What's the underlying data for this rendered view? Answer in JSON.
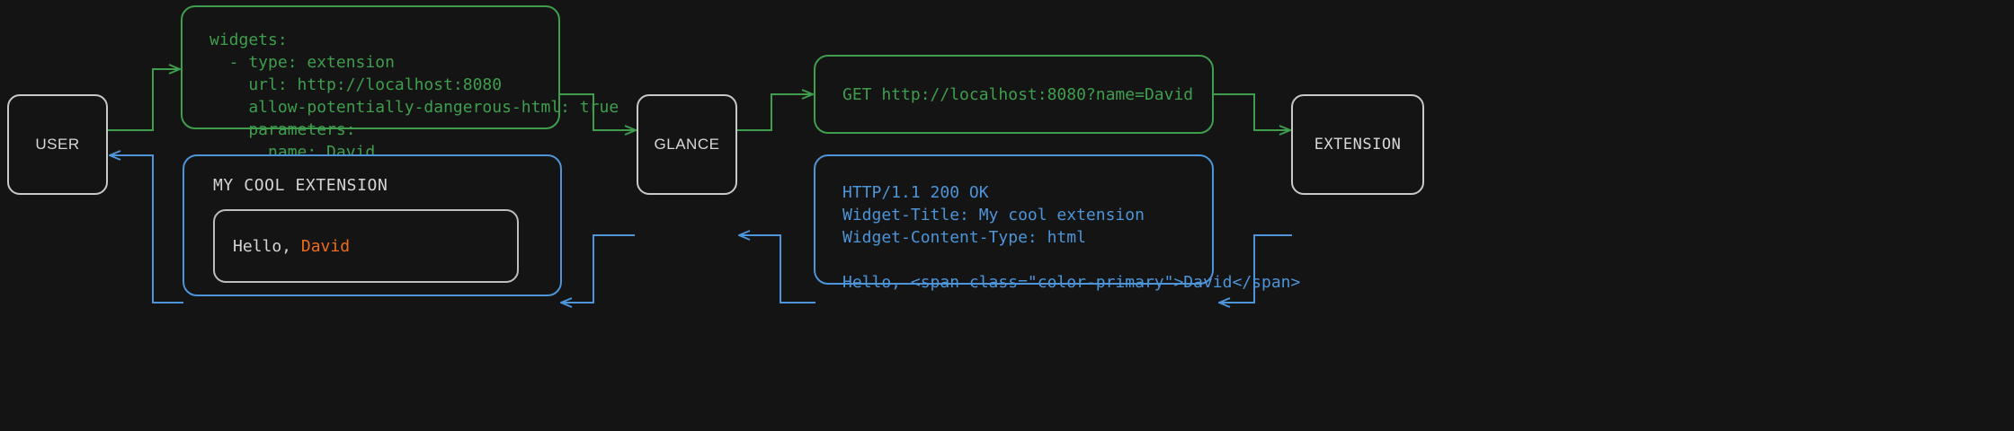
{
  "diagram": {
    "type": "sequence-flow",
    "background_color": "#141414",
    "colors": {
      "request_green": "#3f9e4d",
      "response_blue": "#4d94d8",
      "node_border": "#c8c8c8",
      "node_text": "#d8d8d8",
      "widget_text": "#d5d5d5",
      "accent_orange": "#ef6c19"
    }
  },
  "nodes": [
    {
      "id": "user",
      "label": "USER"
    },
    {
      "id": "glance",
      "label": "GLANCE"
    },
    {
      "id": "extension",
      "label": "EXTENSION"
    }
  ],
  "bubbles": {
    "config": {
      "color": "green",
      "text": "widgets:\n  - type: extension\n    url: http://localhost:8080\n    allow-potentially-dangerous-html: true\n    parameters:\n      name: David"
    },
    "request": {
      "color": "green",
      "text": "GET http://localhost:8080?name=David"
    },
    "response": {
      "color": "blue",
      "text": "HTTP/1.1 200 OK\nWidget-Title: My cool extension\nWidget-Content-Type: html\n\nHello, <span class=\"color-primary\">David</span>"
    },
    "widget": {
      "color": "blue",
      "title": "MY COOL EXTENSION",
      "greeting_prefix": "Hello, ",
      "greeting_name": "David"
    }
  },
  "flows": [
    {
      "id": "user-to-config",
      "color": "green",
      "from": "user",
      "to": "config"
    },
    {
      "id": "config-to-glance",
      "color": "green",
      "from": "config",
      "to": "glance"
    },
    {
      "id": "glance-to-request",
      "color": "green",
      "from": "glance",
      "to": "request"
    },
    {
      "id": "request-to-extension",
      "color": "green",
      "from": "request",
      "to": "extension"
    },
    {
      "id": "extension-to-response",
      "color": "blue",
      "from": "extension",
      "to": "response"
    },
    {
      "id": "response-to-glance",
      "color": "blue",
      "from": "response",
      "to": "glance"
    },
    {
      "id": "glance-to-widget",
      "color": "blue",
      "from": "glance",
      "to": "widget"
    },
    {
      "id": "widget-to-user",
      "color": "blue",
      "from": "widget",
      "to": "user"
    }
  ]
}
